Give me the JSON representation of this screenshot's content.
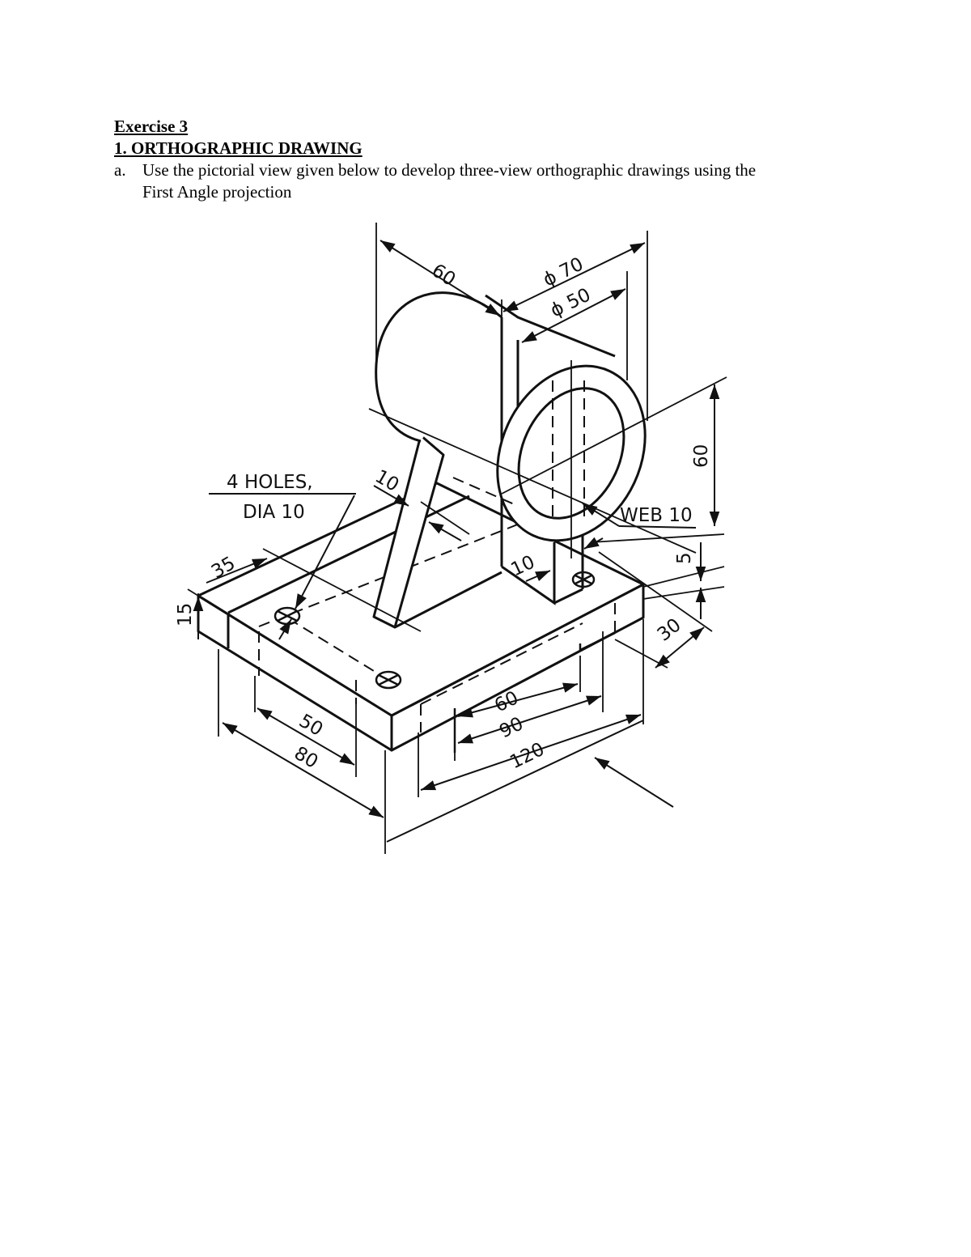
{
  "exercise_title": "Exercise 3",
  "section_title": "1. ORTHOGRAPHIC DRAWING",
  "task": {
    "marker": "a.",
    "line1": "Use the pictorial view given below to develop three-view orthographic drawings using the",
    "line2": "First Angle projection"
  },
  "drawing": {
    "note_line1": "4 HOLES,",
    "note_line2": "DIA 10",
    "web_label": "WEB 10",
    "dims": {
      "d60_top": "60",
      "phi70": "ϕ 70",
      "phi50": "ϕ 50",
      "d60_right": "60",
      "d10_web": "10",
      "d10_slot": "10",
      "d5": "5",
      "d30": "30",
      "d35": "35",
      "d15": "15",
      "d50": "50",
      "d80": "80",
      "d60_bottom": "60",
      "d90": "90",
      "d120": "120"
    }
  }
}
